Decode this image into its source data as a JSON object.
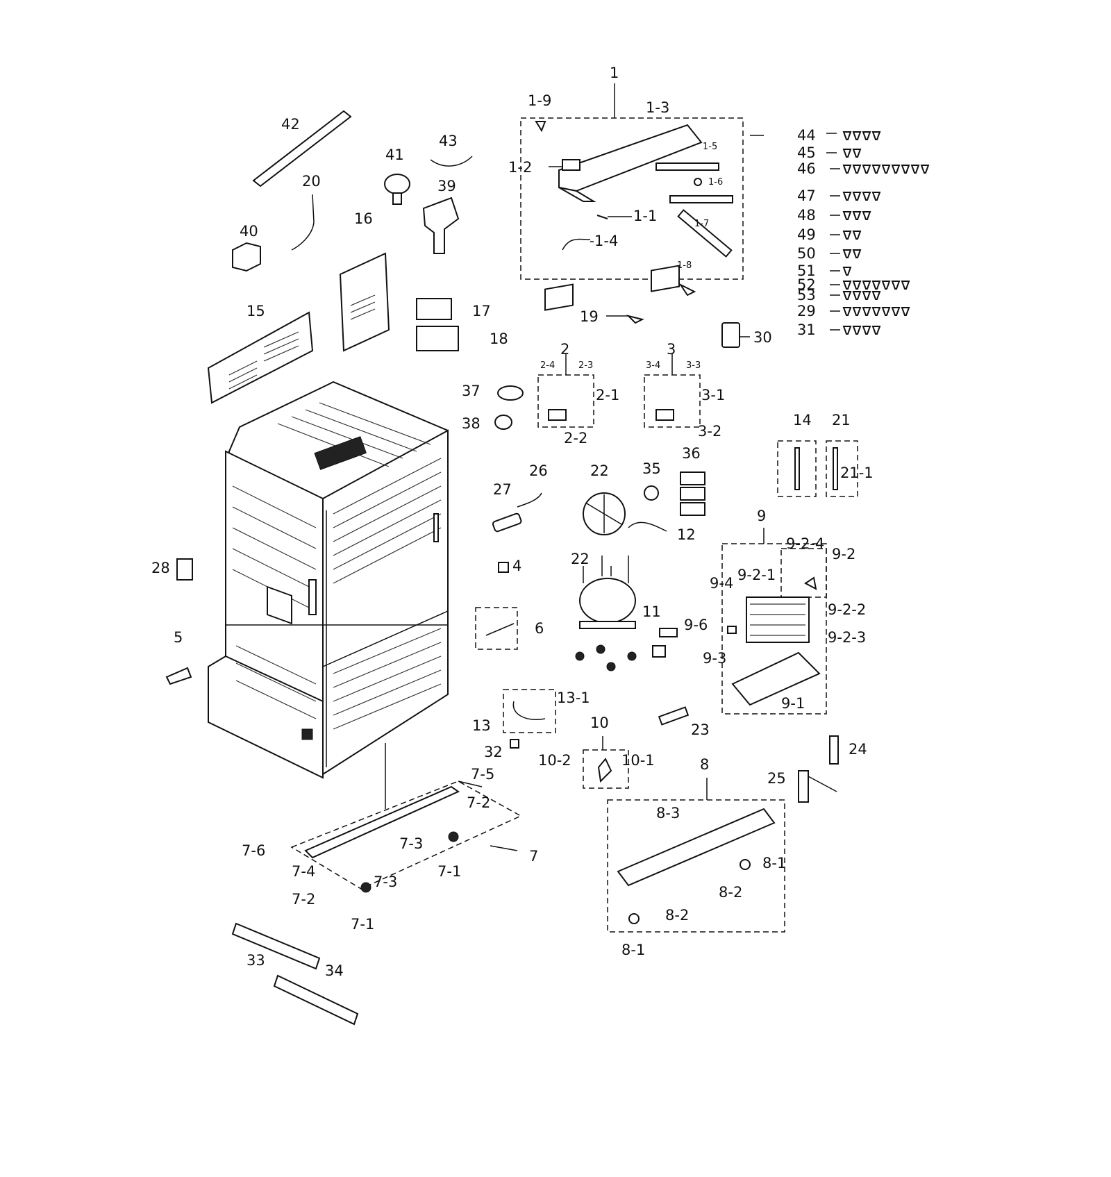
{
  "callouts": [
    {
      "id": "c1",
      "label": "1"
    },
    {
      "id": "c1-9",
      "label": "1-9"
    },
    {
      "id": "c1-3",
      "label": "1-3"
    },
    {
      "id": "c1-5",
      "label": "1-5"
    },
    {
      "id": "c1-2",
      "label": "1-2"
    },
    {
      "id": "c1-6",
      "label": "1-6"
    },
    {
      "id": "c1-1",
      "label": "1-1"
    },
    {
      "id": "c1-7",
      "label": "1-7"
    },
    {
      "id": "c1-4",
      "label": "1-4"
    },
    {
      "id": "c1-8",
      "label": "1-8"
    },
    {
      "id": "c42",
      "label": "42"
    },
    {
      "id": "c43",
      "label": "43"
    },
    {
      "id": "c41",
      "label": "41"
    },
    {
      "id": "c20",
      "label": "20"
    },
    {
      "id": "c39",
      "label": "39"
    },
    {
      "id": "c40",
      "label": "40"
    },
    {
      "id": "c16",
      "label": "16"
    },
    {
      "id": "c15",
      "label": "15"
    },
    {
      "id": "c17",
      "label": "17"
    },
    {
      "id": "c18",
      "label": "18"
    },
    {
      "id": "c19",
      "label": "19"
    },
    {
      "id": "c30",
      "label": "30"
    },
    {
      "id": "c2",
      "label": "2"
    },
    {
      "id": "c2-4",
      "label": "2-4"
    },
    {
      "id": "c2-3",
      "label": "2-3"
    },
    {
      "id": "c2-1",
      "label": "2-1"
    },
    {
      "id": "c2-2",
      "label": "2-2"
    },
    {
      "id": "c3",
      "label": "3"
    },
    {
      "id": "c3-4",
      "label": "3-4"
    },
    {
      "id": "c3-3",
      "label": "3-3"
    },
    {
      "id": "c3-1",
      "label": "3-1"
    },
    {
      "id": "c3-2",
      "label": "3-2"
    },
    {
      "id": "c37",
      "label": "37"
    },
    {
      "id": "c38",
      "label": "38"
    },
    {
      "id": "c14",
      "label": "14"
    },
    {
      "id": "c21",
      "label": "21"
    },
    {
      "id": "c21-1",
      "label": "21-1"
    },
    {
      "id": "c26",
      "label": "26"
    },
    {
      "id": "c27",
      "label": "27"
    },
    {
      "id": "c22a",
      "label": "22"
    },
    {
      "id": "c35",
      "label": "35"
    },
    {
      "id": "c36",
      "label": "36"
    },
    {
      "id": "c12",
      "label": "12"
    },
    {
      "id": "c9",
      "label": "9"
    },
    {
      "id": "c9-2-4",
      "label": "9-2-4"
    },
    {
      "id": "c9-2",
      "label": "9-2"
    },
    {
      "id": "c9-2-1",
      "label": "9-2-1"
    },
    {
      "id": "c9-4",
      "label": "9-4"
    },
    {
      "id": "c9-2-2",
      "label": "9-2-2"
    },
    {
      "id": "c9-6",
      "label": "9-6"
    },
    {
      "id": "c9-2-3",
      "label": "9-2-3"
    },
    {
      "id": "c9-3",
      "label": "9-3"
    },
    {
      "id": "c9-1",
      "label": "9-1"
    },
    {
      "id": "c28",
      "label": "28"
    },
    {
      "id": "c4",
      "label": "4"
    },
    {
      "id": "c22b",
      "label": "22"
    },
    {
      "id": "c11",
      "label": "11"
    },
    {
      "id": "c5",
      "label": "5"
    },
    {
      "id": "c6",
      "label": "6"
    },
    {
      "id": "c13-1",
      "label": "13-1"
    },
    {
      "id": "c13",
      "label": "13"
    },
    {
      "id": "c23",
      "label": "23"
    },
    {
      "id": "c10",
      "label": "10"
    },
    {
      "id": "c32",
      "label": "32"
    },
    {
      "id": "c10-2",
      "label": "10-2"
    },
    {
      "id": "c10-1",
      "label": "10-1"
    },
    {
      "id": "c24",
      "label": "24"
    },
    {
      "id": "c8",
      "label": "8"
    },
    {
      "id": "c25",
      "label": "25"
    },
    {
      "id": "c7-5",
      "label": "7-5"
    },
    {
      "id": "c7-2a",
      "label": "7-2"
    },
    {
      "id": "c8-3",
      "label": "8-3"
    },
    {
      "id": "c7-3a",
      "label": "7-3"
    },
    {
      "id": "c7-6",
      "label": "7-6"
    },
    {
      "id": "c7",
      "label": "7"
    },
    {
      "id": "c8-1a",
      "label": "8-1"
    },
    {
      "id": "c7-4",
      "label": "7-4"
    },
    {
      "id": "c7-3b",
      "label": "7-3"
    },
    {
      "id": "c7-1a",
      "label": "7-1"
    },
    {
      "id": "c8-2a",
      "label": "8-2"
    },
    {
      "id": "c7-2b",
      "label": "7-2"
    },
    {
      "id": "c7-1b",
      "label": "7-1"
    },
    {
      "id": "c8-2b",
      "label": "8-2"
    },
    {
      "id": "c8-1b",
      "label": "8-1"
    },
    {
      "id": "c33",
      "label": "33"
    },
    {
      "id": "c34",
      "label": "34"
    }
  ],
  "hardware": [
    {
      "label": "44",
      "count": 4
    },
    {
      "label": "45",
      "count": 2
    },
    {
      "label": "46",
      "count": 9
    },
    {
      "label": "47",
      "count": 4
    },
    {
      "label": "48",
      "count": 3
    },
    {
      "label": "49",
      "count": 2
    },
    {
      "label": "50",
      "count": 2
    },
    {
      "label": "51",
      "count": 1
    },
    {
      "label": "52",
      "count": 7
    },
    {
      "label": "53",
      "count": 4
    },
    {
      "label": "29",
      "count": 7
    },
    {
      "label": "31",
      "count": 4
    }
  ]
}
